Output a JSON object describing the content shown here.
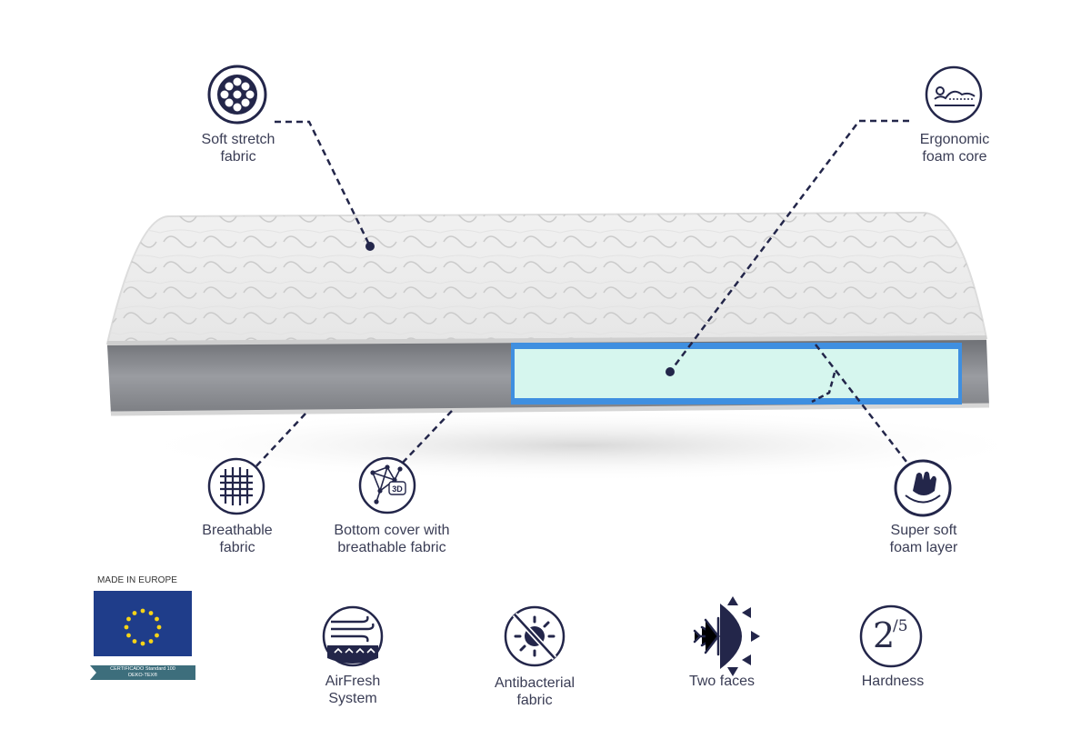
{
  "features": {
    "soft_stretch": {
      "line1": "Soft stretch",
      "line2": "fabric",
      "icon": "dots-grid-icon"
    },
    "ergonomic_core": {
      "line1": "Ergonomic",
      "line2": "foam core",
      "icon": "body-contour-icon"
    },
    "breathable": {
      "line1": "Breathable",
      "line2": "fabric",
      "icon": "mesh-weave-icon"
    },
    "bottom_cover": {
      "line1": "Bottom cover with",
      "line2": "breathable fabric",
      "icon": "3d-network-icon",
      "icon_text": "3D"
    },
    "super_soft": {
      "line1": "Super soft",
      "line2": "foam layer",
      "icon": "press-hand-icon"
    },
    "airfresh": {
      "line1": "AirFresh",
      "line2": "System",
      "icon": "air-flow-icon"
    },
    "antibacterial": {
      "line1": "Antibacterial",
      "line2": "fabric",
      "icon": "no-bacteria-icon"
    },
    "two_faces": {
      "line1": "Two faces",
      "icon": "snow-sun-icon"
    },
    "hardness": {
      "line1": "Hardness",
      "value": "2",
      "scale": "/5",
      "icon": "hardness-badge-icon"
    }
  },
  "certification": {
    "made_in": "MADE IN EUROPE",
    "strip_line1": "CERTIFICADO Standard 100",
    "strip_line2": "OEKO-TEX®"
  },
  "colors": {
    "navy": "#23264a",
    "foam": "#d6f6ee",
    "foam_border": "#3f8fe0",
    "side_grey": "#8d8f94",
    "eu_blue": "#1f3d8a",
    "eu_star": "#f7d417"
  }
}
